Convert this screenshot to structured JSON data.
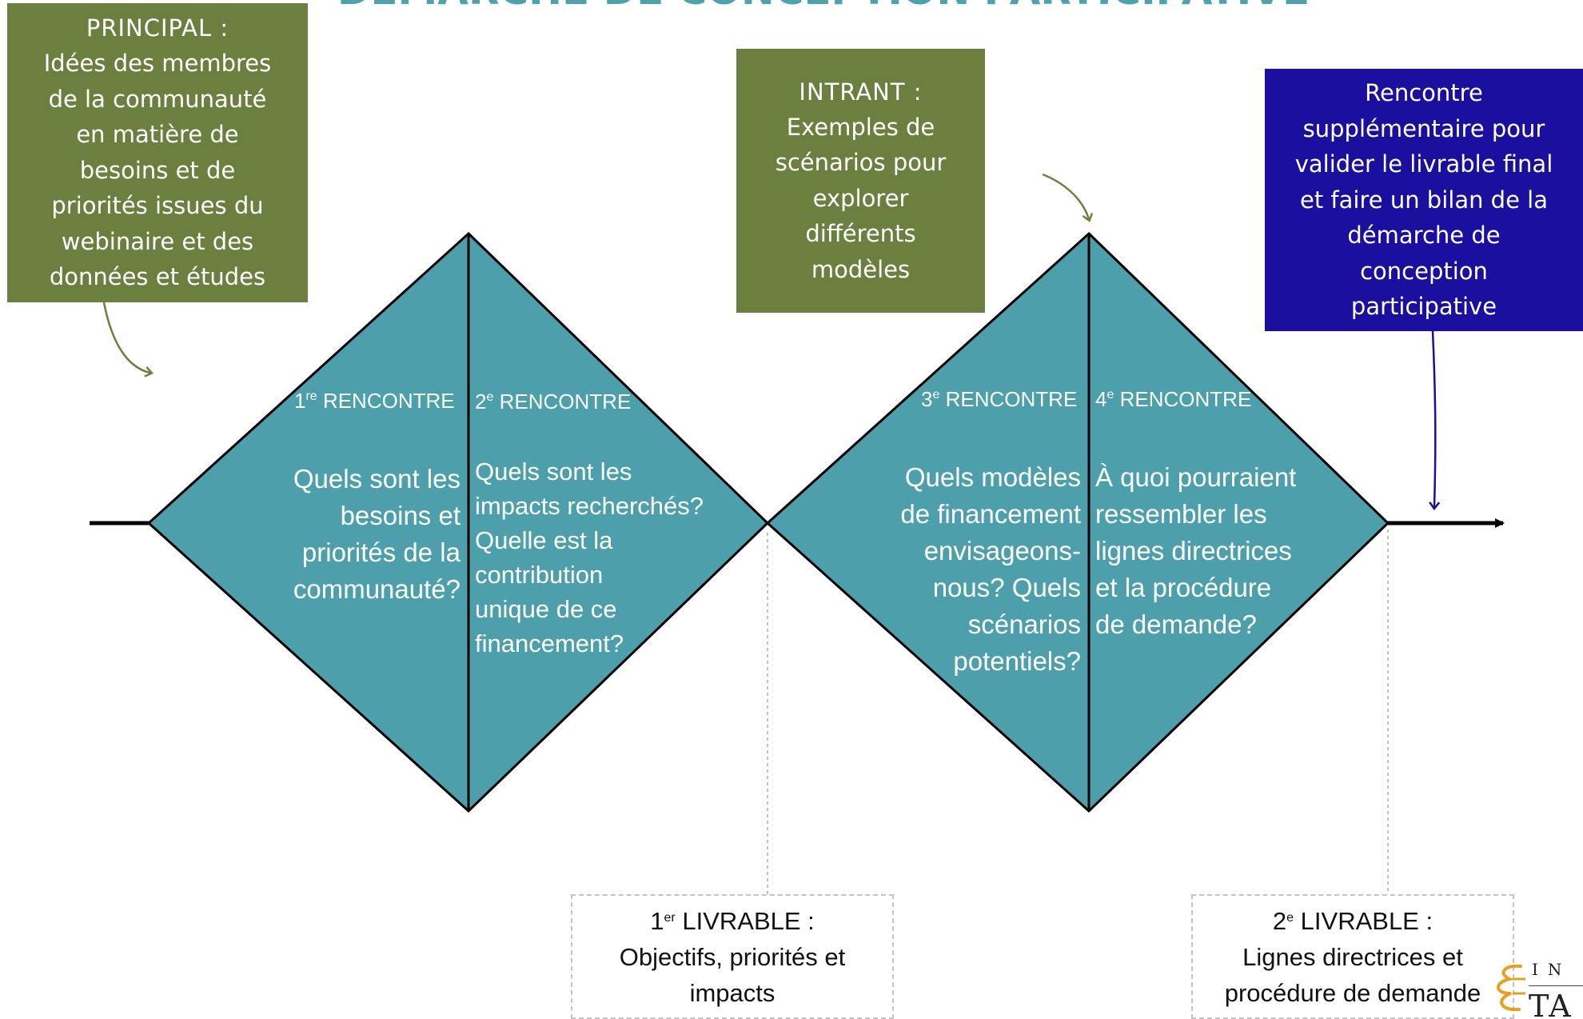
{
  "banner": "DÉMARCHE DE CONCEPTION PARTICIPATIVE",
  "colors": {
    "diamond_fill": "#4c9fab",
    "green_box": "#6b7f3e",
    "blue_box": "#1a0f9e",
    "arrow_green": "#6b7f3e",
    "arrow_blue": "#1a0f9e",
    "logo_orange": "#e5a020"
  },
  "boxes": {
    "principal": {
      "title": "PRINCIPAL :",
      "lines": [
        "Idées des membres",
        "de la communauté",
        "en matière de",
        "besoins et de",
        "priorités issues du",
        "webinaire et des",
        "données et études"
      ]
    },
    "intrant": {
      "title": "INTRANT :",
      "lines": [
        "Exemples de",
        "scénarios pour",
        "explorer",
        "différents",
        "modèles"
      ]
    },
    "extra": {
      "lines": [
        "Rencontre",
        "supplémentaire pour",
        "valider le livrable final",
        "et faire un bilan de la",
        "démarche de",
        "conception",
        "participative"
      ]
    }
  },
  "meetings": [
    {
      "num": "1",
      "sup": "re",
      "label": "RENCONTRE",
      "question_lines": [
        "Quels sont les",
        "besoins et",
        "priorités de la",
        "communauté?"
      ]
    },
    {
      "num": "2",
      "sup": "e",
      "label": "RENCONTRE",
      "question_lines": [
        "Quels sont les",
        "impacts recherchés?",
        "Quelle est la",
        "contribution",
        "unique de ce",
        "financement?"
      ]
    },
    {
      "num": "3",
      "sup": "e",
      "label": "RENCONTRE",
      "question_lines": [
        "Quels modèles",
        "de financement",
        "envisageons-",
        "nous? Quels",
        "scénarios",
        "potentiels?"
      ]
    },
    {
      "num": "4",
      "sup": "e",
      "label": "RENCONTRE",
      "question_lines": [
        "À quoi pourraient",
        "ressembler les",
        "lignes directrices",
        "et la procédure",
        "de demande?"
      ]
    }
  ],
  "deliverables": [
    {
      "num": "1",
      "sup": "er",
      "label": "LIVRABLE :",
      "lines": [
        "Objectifs, priorités et",
        "impacts"
      ]
    },
    {
      "num": "2",
      "sup": "e",
      "label": "LIVRABLE :",
      "lines": [
        "Lignes directrices et",
        "procédure de demande"
      ]
    }
  ],
  "logo": {
    "line1": "IN",
    "line2": "TA"
  }
}
